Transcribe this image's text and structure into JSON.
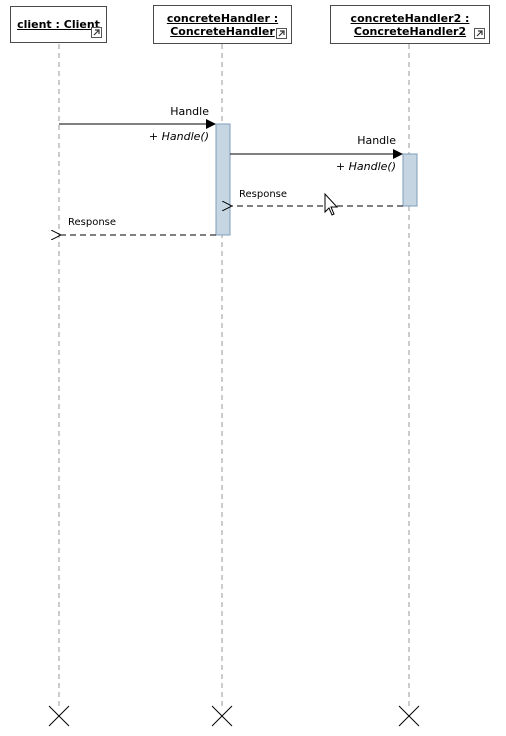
{
  "lifelines": [
    {
      "id": "client",
      "title": "client : Client",
      "icon": "link-arrow-icon"
    },
    {
      "id": "handler1",
      "title": "concreteHandler : ConcreteHandler",
      "title_line1": "concreteHandler :",
      "title_line2": "ConcreteHandler",
      "icon": "link-arrow-icon"
    },
    {
      "id": "handler2",
      "title": "concreteHandler2 : ConcreteHandler2",
      "title_line1": "concreteHandler2 :",
      "title_line2": "ConcreteHandler2",
      "icon": "link-arrow-icon"
    }
  ],
  "messages": [
    {
      "label": "Handle",
      "operation": "+ Handle()",
      "from": "client",
      "to": "handler1",
      "kind": "synchronous"
    },
    {
      "label": "Handle",
      "operation": "+ Handle()",
      "from": "handler1",
      "to": "handler2",
      "kind": "synchronous"
    },
    {
      "label": "Response",
      "from": "handler2",
      "to": "handler1",
      "kind": "reply"
    },
    {
      "label": "Response",
      "from": "handler1",
      "to": "client",
      "kind": "reply"
    }
  ],
  "colors": {
    "activation_fill": "#c5d5e2",
    "activation_stroke": "#7f9db9",
    "lifeline_dash": "#9a9a9a",
    "line": "#000000"
  }
}
